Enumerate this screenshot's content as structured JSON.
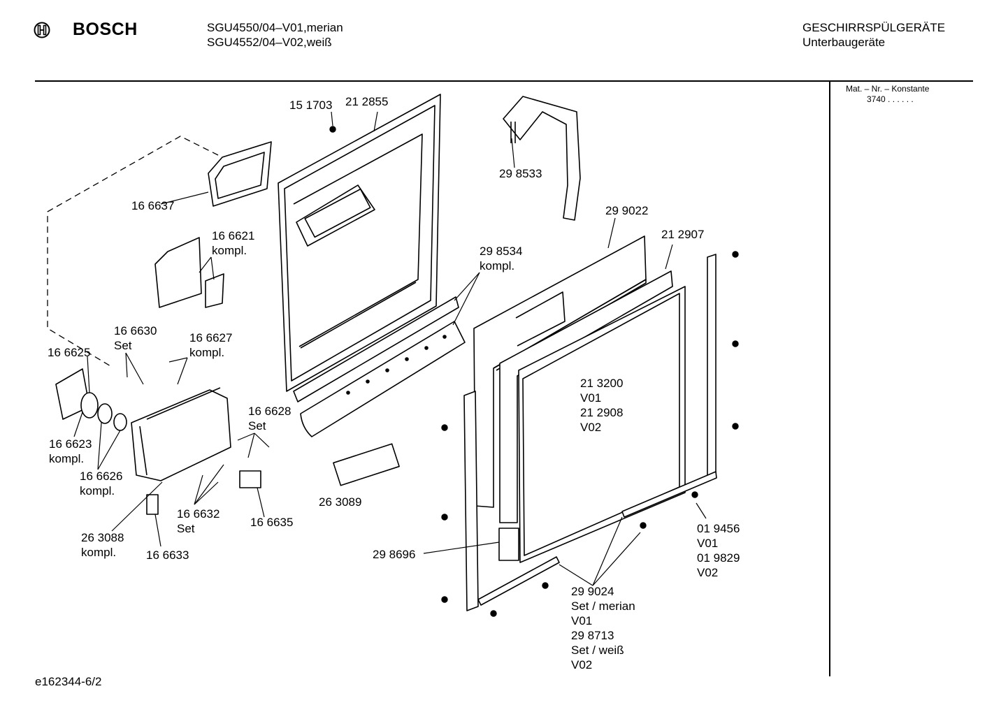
{
  "header": {
    "brand": "BOSCH",
    "models": [
      "SGU4550/04–V01,merian",
      "SGU4552/04–V02,weiß"
    ],
    "category": [
      "GESCHIRRSPÜLGERÄTE",
      "Unterbaugeräte"
    ]
  },
  "sidebar": {
    "mat_label": "Mat. – Nr. – Konstante",
    "mat_value": "3740  .  .  .  .  .  ."
  },
  "footer": {
    "doc_id": "e162344-6/2"
  },
  "parts": {
    "p151703": [
      "15 1703"
    ],
    "p212855": [
      "21 2855"
    ],
    "p298533": [
      "29 8533"
    ],
    "p166637": [
      "16 6637"
    ],
    "p166621": [
      "16 6621",
      "kompl."
    ],
    "p299022": [
      "29 9022"
    ],
    "p212907": [
      "21 2907"
    ],
    "p298534": [
      "29 8534",
      "kompl."
    ],
    "p166630": [
      "16 6630",
      "Set"
    ],
    "p166627": [
      "16 6627",
      "kompl."
    ],
    "p166625": [
      "16 6625"
    ],
    "p166628": [
      "16 6628",
      "Set"
    ],
    "p166623": [
      "16 6623",
      "kompl."
    ],
    "p166626": [
      "16 6626",
      "kompl."
    ],
    "p213200": [
      "21 3200",
      "V01",
      "21 2908",
      "V02"
    ],
    "p263089": [
      "26 3089"
    ],
    "p166632": [
      "16 6632",
      "Set"
    ],
    "p166635": [
      "16 6635"
    ],
    "p263088": [
      "26 3088",
      "kompl."
    ],
    "p166633": [
      "16 6633"
    ],
    "p298696": [
      "29 8696"
    ],
    "p019456": [
      "01 9456",
      "V01",
      "01 9829",
      "V02"
    ],
    "p299024": [
      "29 9024",
      "Set / merian",
      "V01",
      "29 8713",
      "Set / weiß",
      "V02"
    ]
  }
}
